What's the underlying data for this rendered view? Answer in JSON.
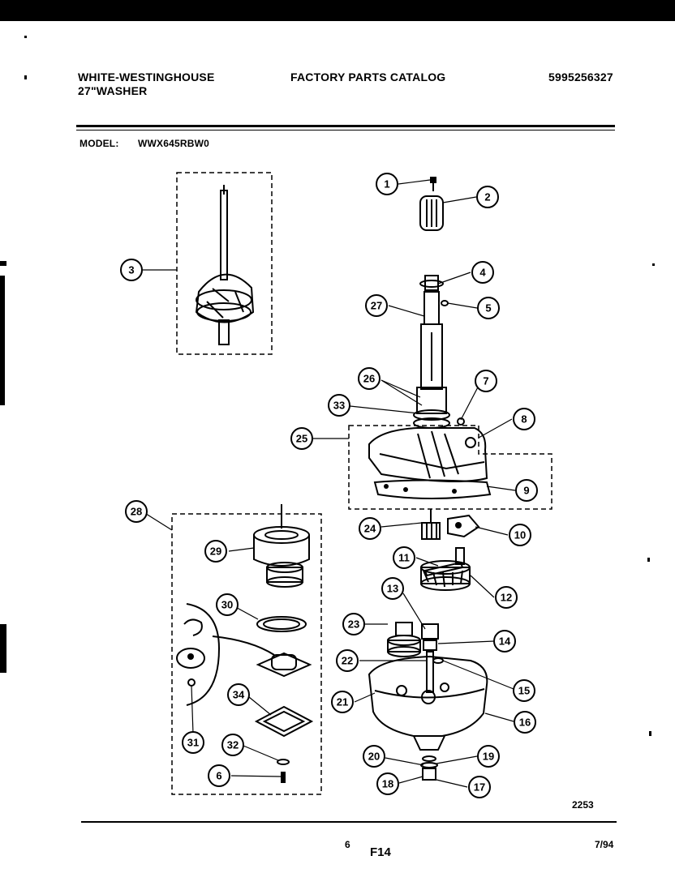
{
  "header": {
    "brand_line1": "WHITE-WESTINGHOUSE",
    "brand_line2": "27\"WASHER",
    "catalog_title": "FACTORY PARTS CATALOG",
    "catalog_number": "5995256327",
    "model_label": "MODEL:",
    "model_value": "WWX645RBW0"
  },
  "callouts": [
    "1",
    "2",
    "3",
    "4",
    "5",
    "27",
    "26",
    "7",
    "33",
    "8",
    "25",
    "9",
    "28",
    "24",
    "10",
    "29",
    "11",
    "12",
    "13",
    "30",
    "23",
    "14",
    "22",
    "15",
    "34",
    "21",
    "16",
    "31",
    "32",
    "20",
    "19",
    "6",
    "18",
    "17"
  ],
  "footer": {
    "figure_code": "2253",
    "page_number": "6",
    "figure_label": "F14",
    "date": "7/94"
  }
}
